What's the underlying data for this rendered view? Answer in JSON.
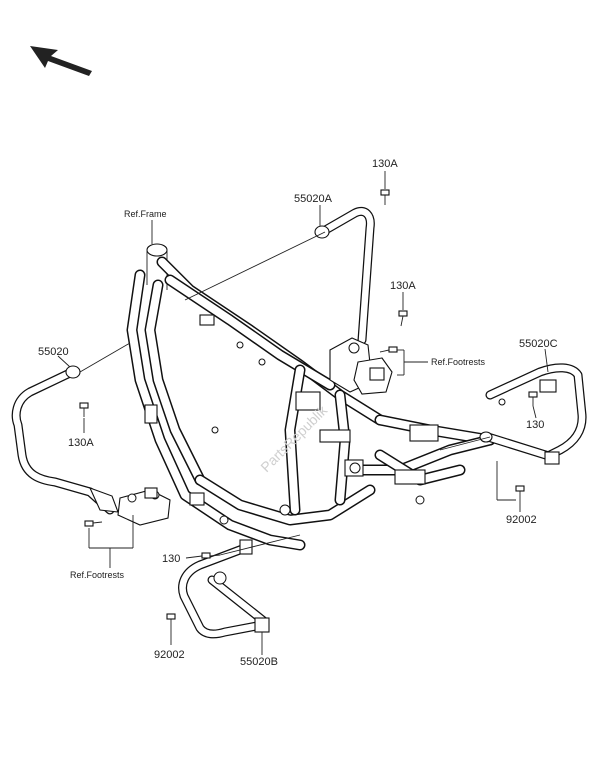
{
  "labels": {
    "p55020A": "55020A",
    "p130A_top": "130A",
    "ref_frame": "Ref.Frame",
    "p130A_mid": "130A",
    "ref_footrests_right": "Ref.Footrests",
    "p55020C": "55020C",
    "p55020": "55020",
    "p130A_left": "130A",
    "p130_right": "130",
    "p92002_right": "92002",
    "p130_bottom": "130",
    "ref_footrests_left": "Ref.Footrests",
    "p92002_bottom": "92002",
    "p55020B": "55020B",
    "watermark": "PartsRepublik"
  },
  "icons": {
    "direction": "front-direction-arrow-icon"
  }
}
